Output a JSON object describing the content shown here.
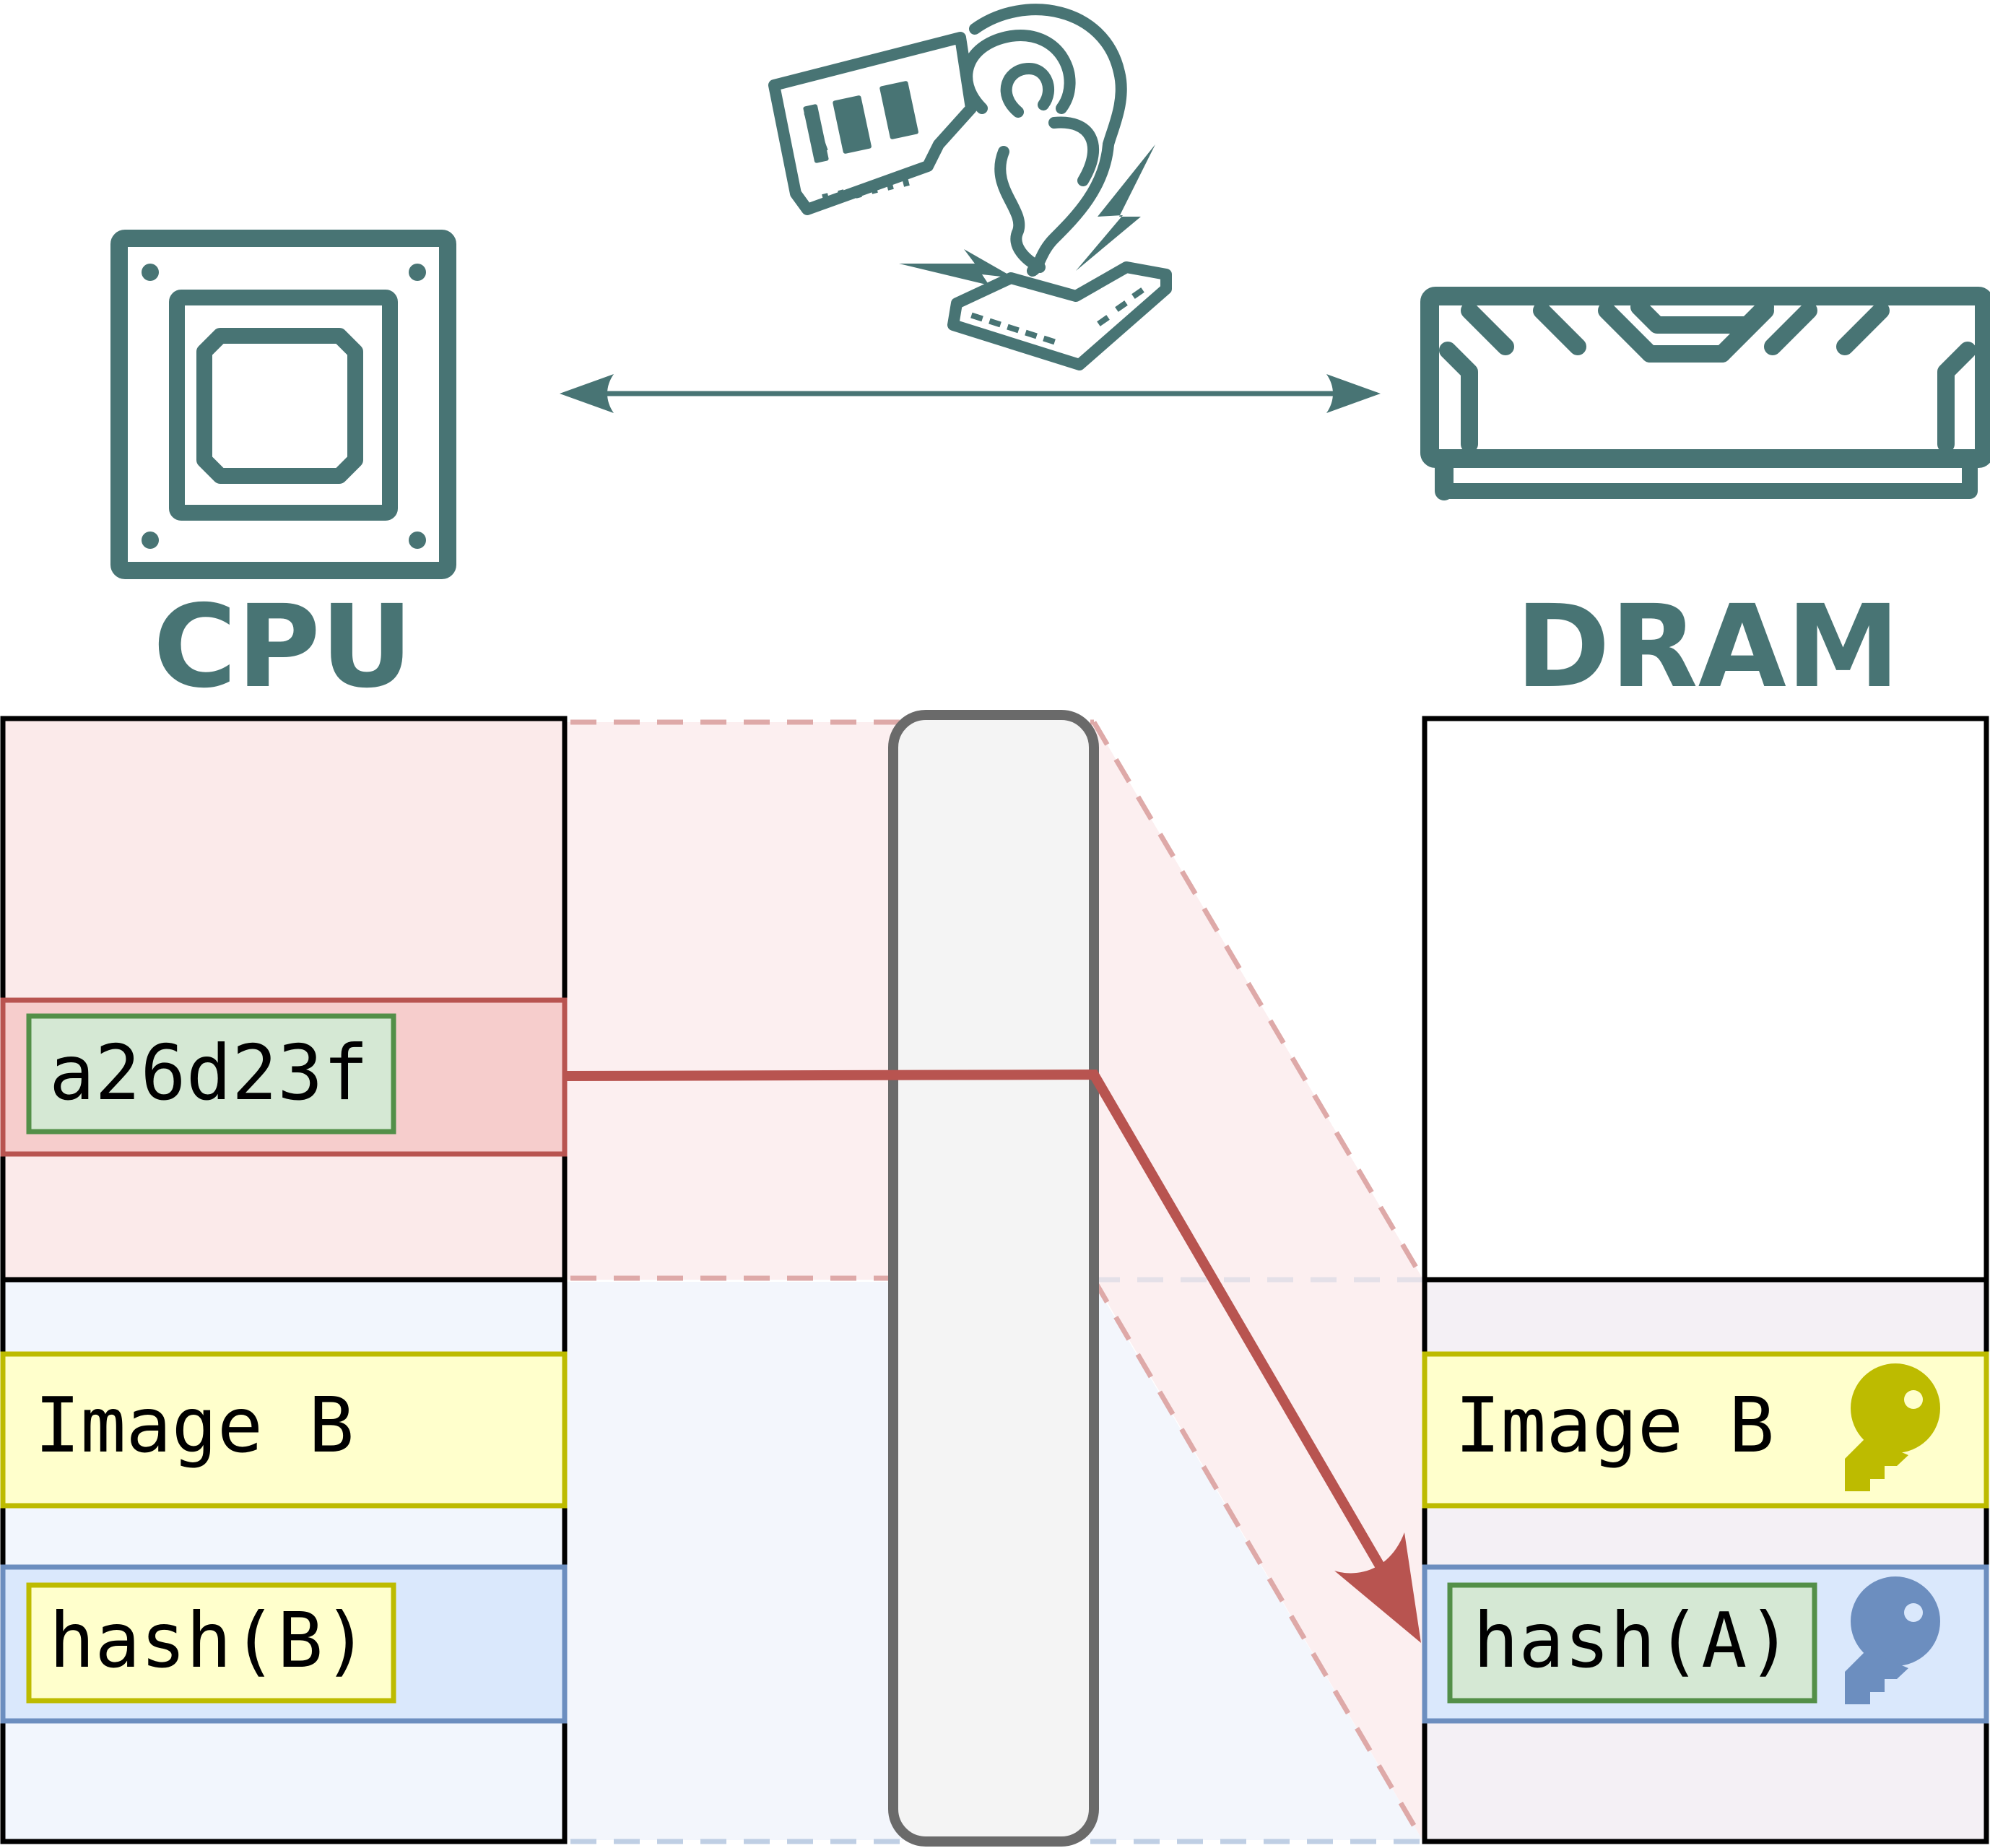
{
  "cpu": {
    "label": "CPU",
    "regions": {
      "top_cells": [
        {
          "text": "a26d23f"
        }
      ],
      "bottom_cells": [
        {
          "text": "Image B"
        },
        {
          "text": "hash(B)"
        }
      ]
    }
  },
  "dram": {
    "label": "DRAM",
    "cells": [
      {
        "text": "Image B",
        "icon": "key-icon",
        "icon_color": "#BDBB00"
      },
      {
        "text": "hash(A)",
        "icon": "key-icon",
        "icon_color": "#6C8EBF"
      }
    ]
  },
  "icons": {
    "cpu": "cpu-chip-icon",
    "dram": "dram-module-icon",
    "attacker": "ram-goat-attacker-icon",
    "bus": "bidirectional-bus-arrow-icon"
  },
  "colors": {
    "icon_teal": "#487474",
    "red": "#B85450",
    "red_fill": "#F8CECC",
    "green": "#538F48",
    "green_fill": "#D5E8D4",
    "yellow": "#BDBB00",
    "yellow_fill": "#FFFFCC",
    "blue": "#6C8EBF",
    "blue_fill": "#DAE8FC",
    "bus_gray": "#6A6A6A"
  }
}
